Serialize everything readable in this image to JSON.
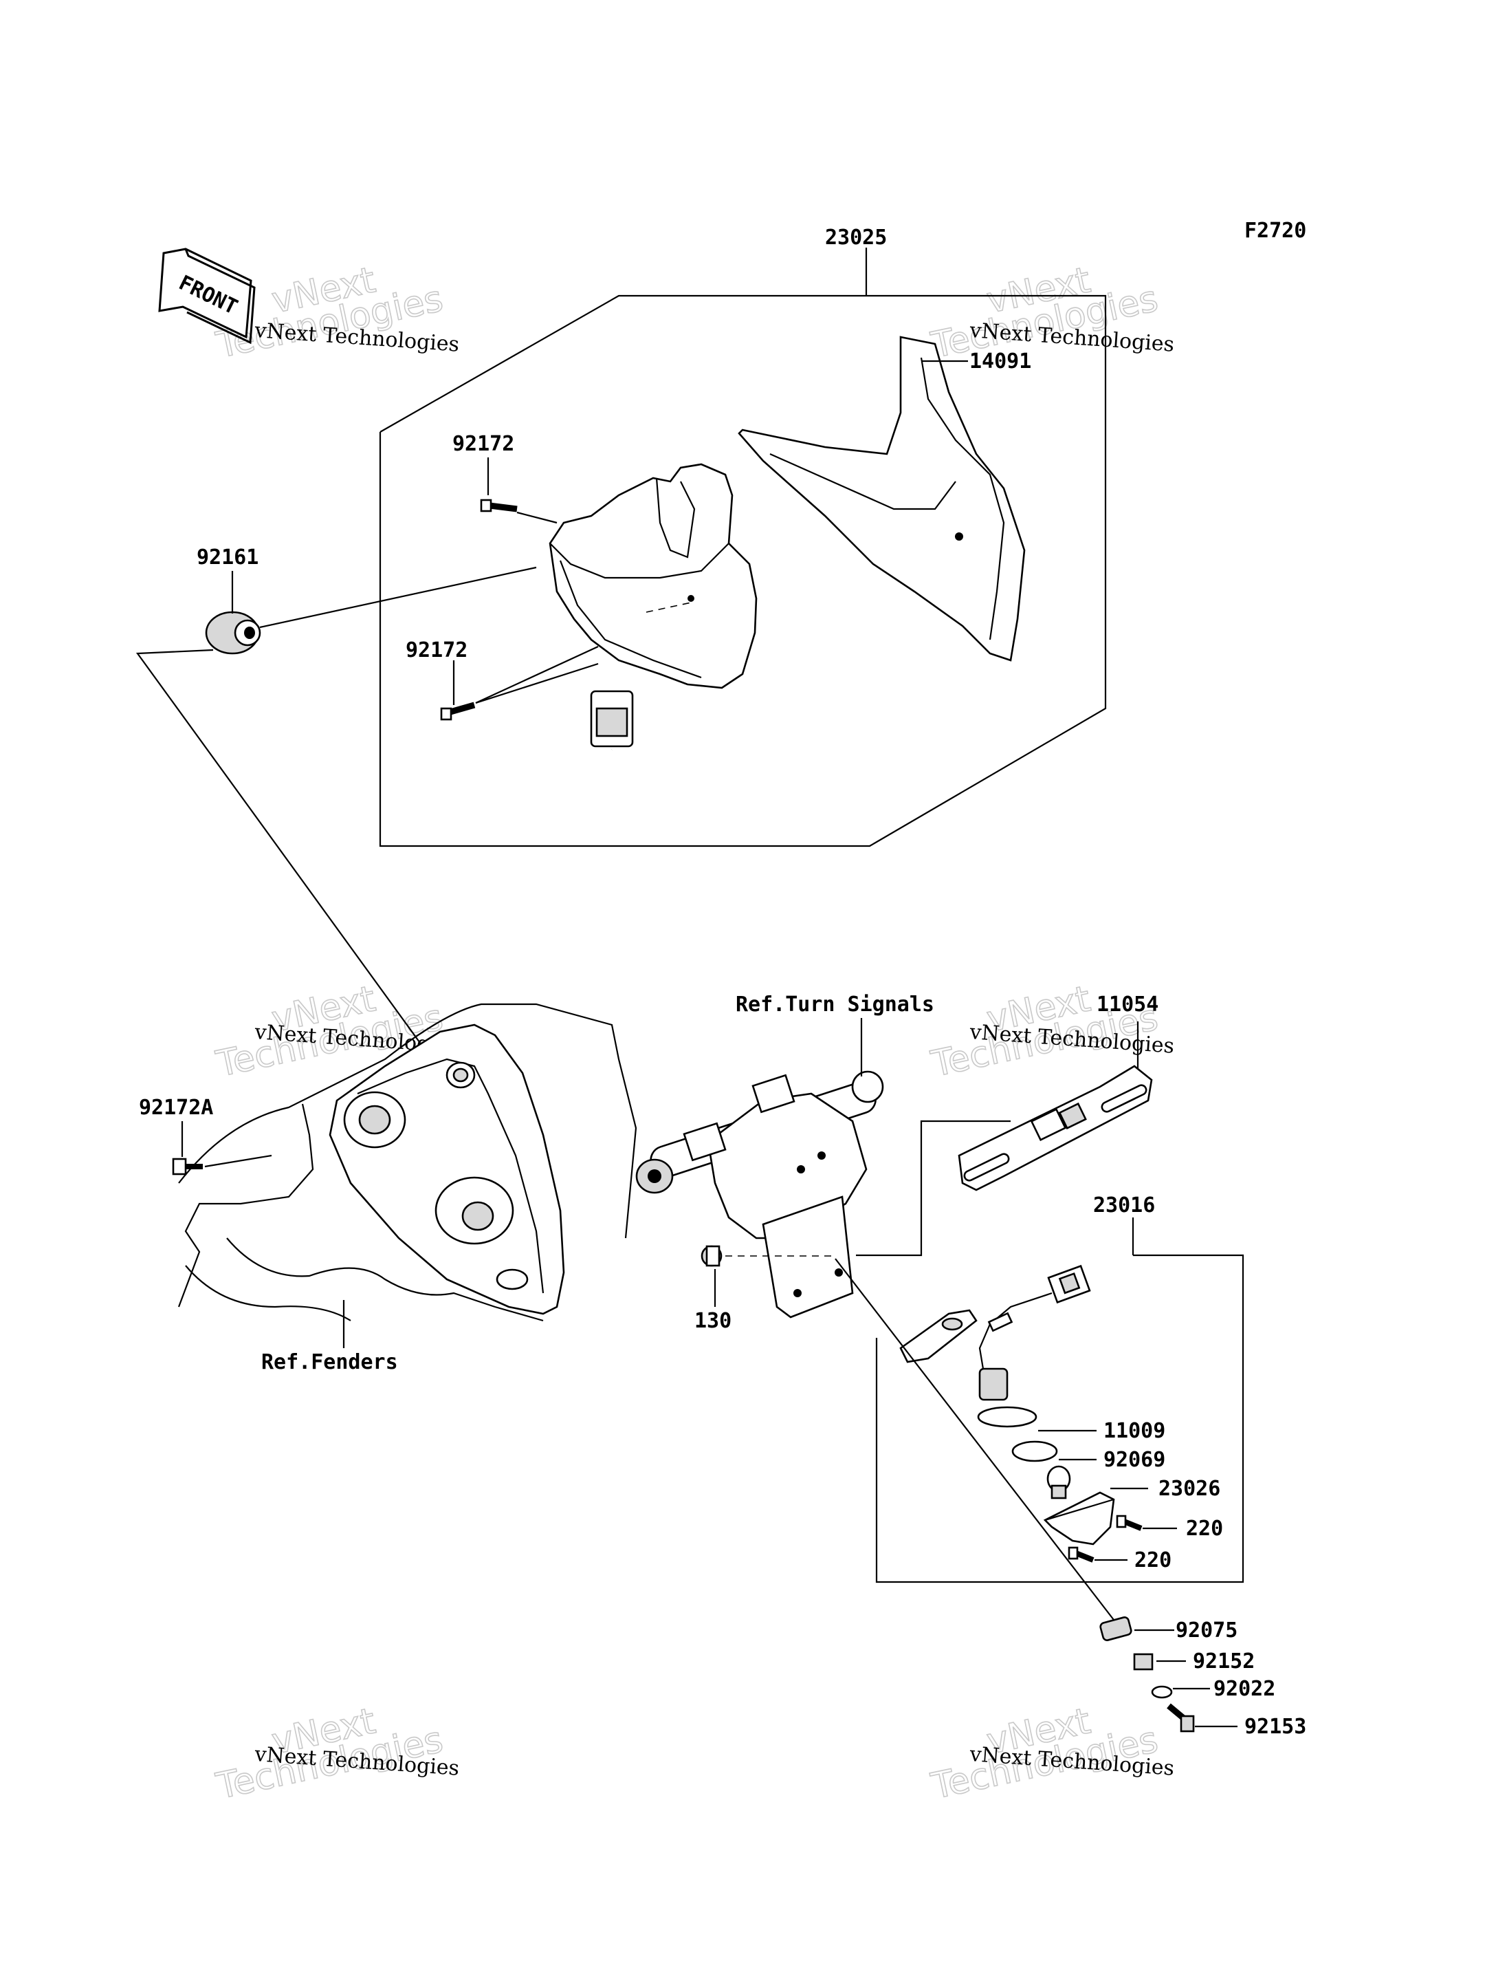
{
  "figure_code": "F2720",
  "front_label": "FRONT",
  "parts": {
    "p23025": "23025",
    "p14091": "14091",
    "p92172_top": "92172",
    "p92172_mid": "92172",
    "p92161": "92161",
    "p92172A": "92172A",
    "p11054": "11054",
    "p130": "130",
    "p23016": "23016",
    "p11009": "11009",
    "p92069": "92069",
    "p23026": "23026",
    "p220_a": "220",
    "p220_b": "220",
    "p92075": "92075",
    "p92152": "92152",
    "p92022": "92022",
    "p92153": "92153"
  },
  "references": {
    "turn_signals": "Ref.Turn Signals",
    "fenders": "Ref.Fenders"
  },
  "watermark": {
    "brand": "vNext",
    "line1": "vNext Technologies",
    "line2": "Technologies"
  }
}
